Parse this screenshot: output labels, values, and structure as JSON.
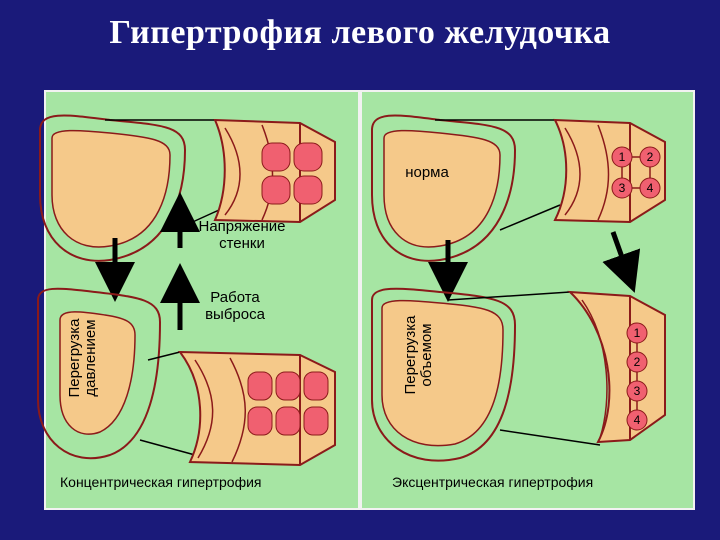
{
  "title": "Гипертрофия левого желудочка",
  "labels": {
    "norm": "норма",
    "wall_tension": "Напряжение стенки",
    "ejection_work": "Работа выброса",
    "pressure_overload": "Перегрузка давлением",
    "volume_overload": "Перегрузка объемом",
    "concentric": "Концентрическая гипертрофия",
    "eccentric": "Эксцентрическая гипертрофия"
  },
  "numbers": {
    "normal_grid": [
      "1",
      "2",
      "3",
      "4"
    ],
    "eccentric_column": [
      "1",
      "2",
      "3",
      "4"
    ]
  },
  "colors": {
    "background": "#1a1a7a",
    "panel": "#a6e5a3",
    "chamber_fill": "#f5c98a",
    "outline": "#8b1a1a",
    "cell_fill": "#f06070",
    "arrow": "#000000"
  }
}
